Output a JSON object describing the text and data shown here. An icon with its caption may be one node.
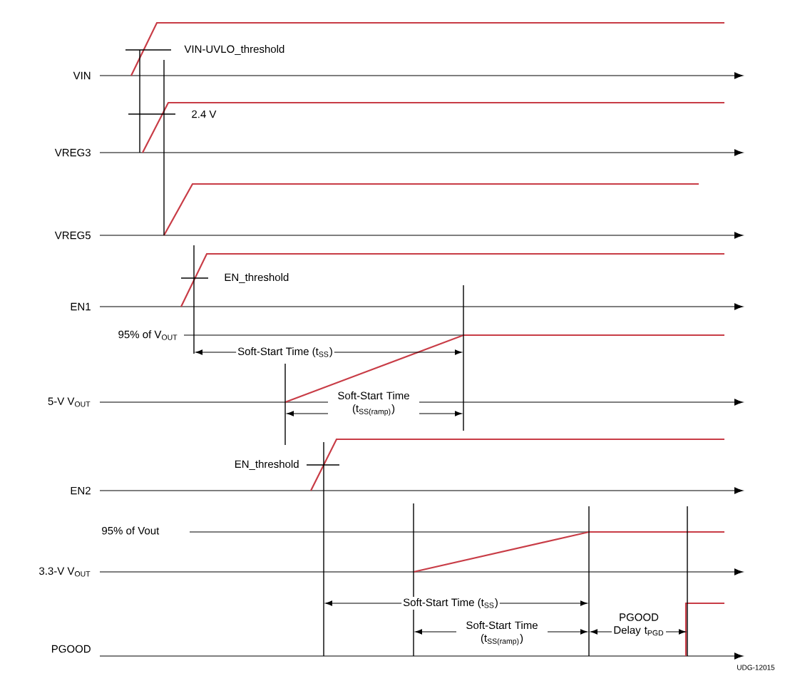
{
  "diagram": {
    "labels": [
      "VIN-UVLO_threshold",
      "VIN",
      "2.4 V",
      "VREG3",
      "VREG5",
      "EN_threshold",
      "EN1",
      "95% of V$_{OUT}$",
      "Soft-Start Time (t$_{SS}$)",
      "5-V V$_{OUT}$",
      "Soft-Start Time (t$_{SS(ramp)}$)",
      "EN_threshold",
      "EN2",
      "95% of Vout",
      "3.3-V V$_{OUT}$",
      "Soft-Start Time (t$_{SS}$)",
      "PGOOD Delay t$_{PGD}$",
      "Soft-Start Time (t$_{SS(ramp)}$)",
      "PGOOD",
      "UDG-12015"
    ]
  }
}
